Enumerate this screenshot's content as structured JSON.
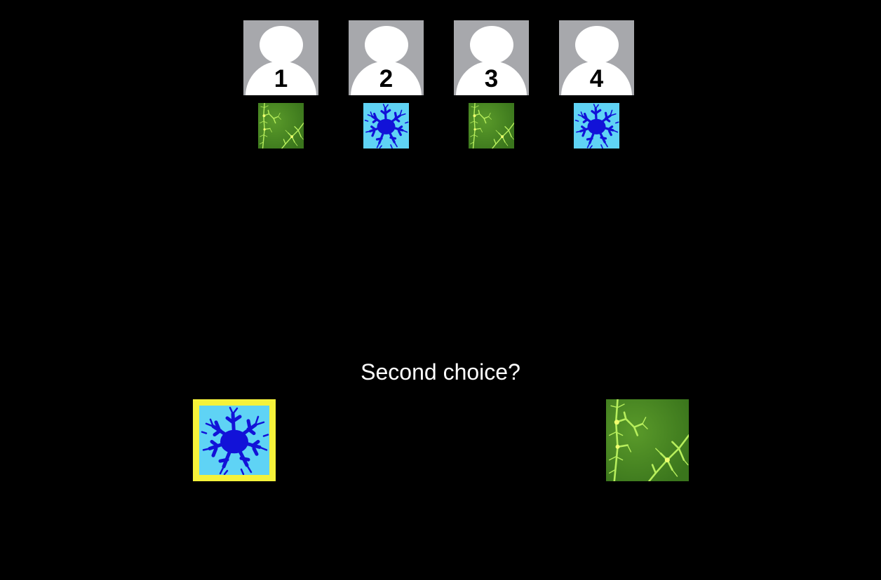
{
  "players": [
    {
      "number": "1",
      "thumbnail": "green-fractal"
    },
    {
      "number": "2",
      "thumbnail": "blue-fractal"
    },
    {
      "number": "3",
      "thumbnail": "green-fractal"
    },
    {
      "number": "4",
      "thumbnail": "blue-fractal"
    }
  ],
  "prompt": "Second choice?",
  "choices": [
    {
      "pattern": "blue-fractal",
      "selected": true
    },
    {
      "pattern": "green-fractal",
      "selected": false
    }
  ],
  "colors": {
    "background": "#000000",
    "avatar_bg": "#a7a8ac",
    "selection_border": "#f5f23a",
    "blue_fractal_bg": "#5fd3f5",
    "blue_fractal_fg": "#1212d8",
    "green_fractal_bg": "#3f7c1e",
    "green_fractal_fg": "#b7ee5c"
  },
  "icons": {
    "avatar": "person-silhouette-icon"
  }
}
